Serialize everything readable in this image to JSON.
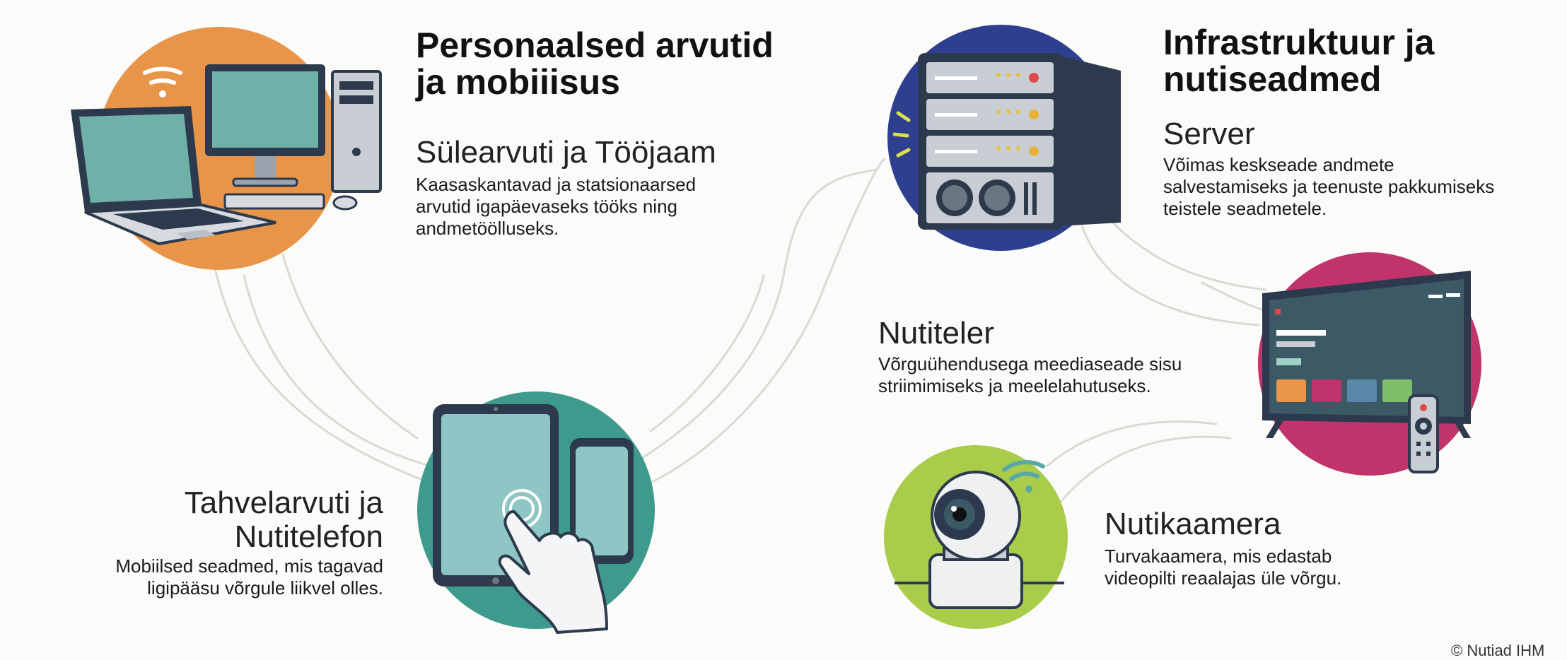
{
  "sections": {
    "personal": {
      "heading": "Personaalsed arvutid\nja mobiiisus"
    },
    "infra": {
      "heading": "Infrastruktuur ja\nnutiseadmed"
    }
  },
  "devices": {
    "laptop_workstation": {
      "title": "Sülearvuti ja Tööjaam",
      "description": "Kaasaskantavad ja statsionaarsed\narvutid igapäevaseks tööks ning\nandmetöölluseks."
    },
    "tablet_phone": {
      "title": "Tahvelarvuti ja\nNutitelefon",
      "description": "Mobiilsed seadmed, mis tagavad\nligipääsu võrgule liikvel olles."
    },
    "server": {
      "title": "Server",
      "description": "Võimas keskseade andmete\nsalvestamiseks ja teenuste pakkumiseks\nteistele seadmetele."
    },
    "smart_tv": {
      "title": "Nutiteler",
      "description": "Võrguühendusega meediaseade sisu\nstriimimiseks ja meelelahutuseks."
    },
    "smart_camera": {
      "title": "Nutikaamera",
      "description": "Turvakaamera, mis edastab\nvideopilti reaalajas üle võrgu."
    }
  },
  "credit": "© Nutiad IHM",
  "colors": {
    "laptop_circle": "#e8954a",
    "tablet_circle": "#3d9a8c",
    "server_circle": "#2f3f8f",
    "tv_circle": "#c0336b",
    "camera_circle": "#a9cd4a",
    "connector": "#d6d6d2"
  },
  "icons": [
    "wifi-icon",
    "laptop-icon",
    "desktop-computer-icon",
    "tablet-icon",
    "smartphone-icon",
    "hand-touch-icon",
    "server-rack-icon",
    "tv-icon",
    "remote-control-icon",
    "security-camera-icon"
  ]
}
